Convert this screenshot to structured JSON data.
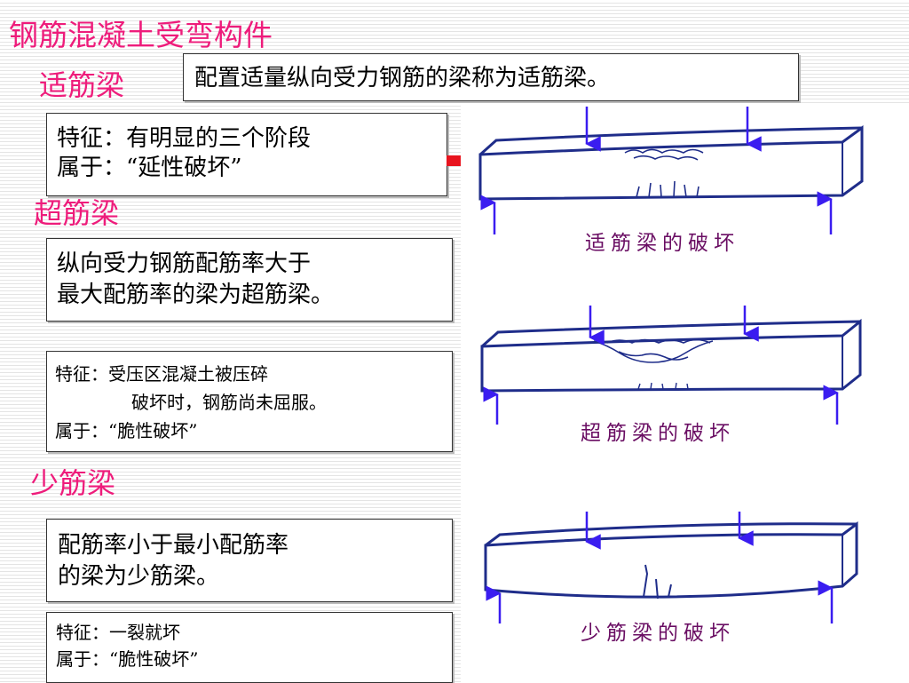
{
  "title": "钢筋混凝土受弯构件",
  "suitable": {
    "heading": "适筋梁",
    "definition": "配置适量纵向受力钢筋的梁称为适筋梁。",
    "feature_lines": [
      "特征：有明显的三个阶段",
      "属于：“延性破坏”"
    ]
  },
  "over": {
    "heading": "超筋梁",
    "definition_lines": [
      "纵向受力钢筋配筋率大于",
      "最大配筋率的梁为超筋梁。"
    ],
    "feature_lines": [
      "特征：受压区混凝土被压碎",
      "破坏时，钢筋尚未屈服。",
      "属于：“脆性破坏”"
    ]
  },
  "under": {
    "heading": "少筋梁",
    "definition_lines": [
      "配筋率小于最小配筋率",
      "的梁为少筋梁。"
    ],
    "feature_lines": [
      "特征：一裂就坏",
      "属于：“脆性破坏”"
    ]
  },
  "figures": {
    "caption_suitable": "适筋梁的破坏",
    "caption_over": "超筋梁的破坏",
    "caption_under": "少筋梁的破坏"
  },
  "colors": {
    "heading": "#ee1c7b",
    "arrow": "#3a1df0",
    "beam_stroke": "#1f2d8a",
    "caption": "#6a0e63",
    "accent_mark": "#e8141e"
  }
}
